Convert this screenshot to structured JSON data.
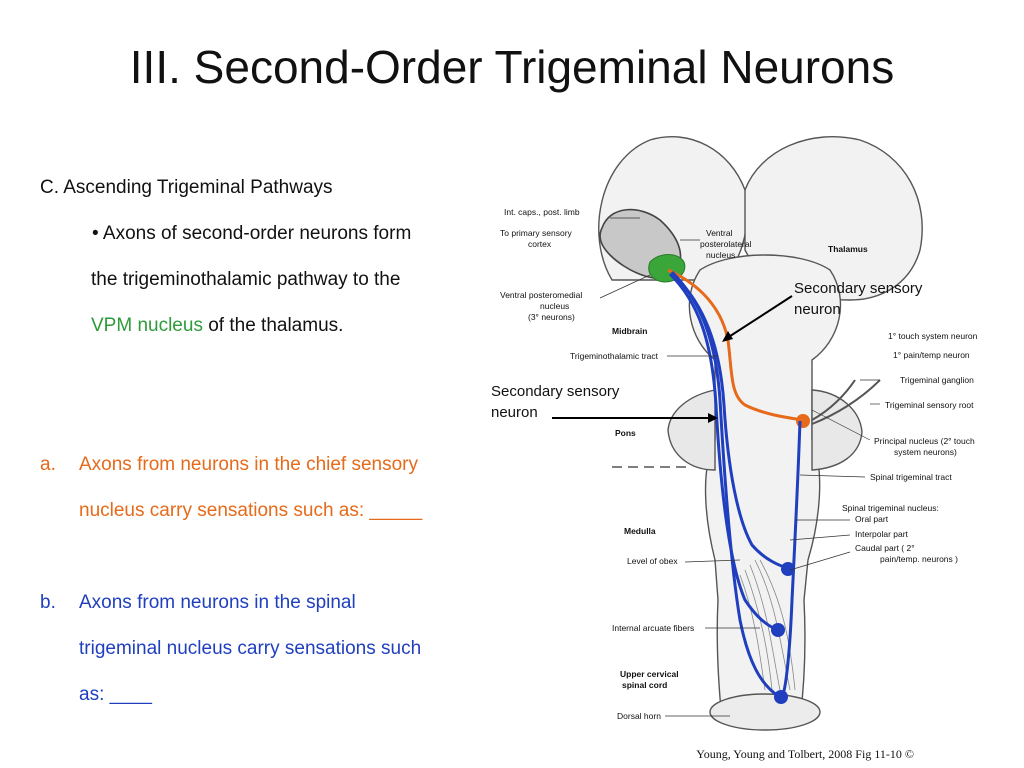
{
  "title": "III. Second-Order Trigeminal Neurons",
  "section_heading": "C. Ascending Trigeminal Pathways",
  "bullet": {
    "marker": "•",
    "line1": "Axons of second-order neurons form",
    "line2": "the trigeminothalamic pathway to the",
    "highlight": "VPM nucleus",
    "line3_rest": " of the thalamus."
  },
  "items": [
    {
      "marker": "a.",
      "line1": "Axons from neurons in the chief sensory",
      "line2": "nucleus carry sensations such as: _____",
      "color": "#e66a1a"
    },
    {
      "marker": "b.",
      "line1": "Axons from neurons in the spinal",
      "line2": "trigeminal nucleus carry sensations such",
      "line3": "as: ____",
      "color": "#1f3fbf"
    }
  ],
  "callouts": {
    "top_right": [
      "Secondary sensory",
      "neuron"
    ],
    "mid_left": [
      "Secondary sensory",
      "neuron"
    ]
  },
  "diagram_labels": {
    "int_caps": "Int. caps., post. limb",
    "to_cortex_1": "To primary sensory",
    "to_cortex_2": "cortex",
    "vpl_1": "Ventral",
    "vpl_2": "posterolateral",
    "vpl_3": "nucleus",
    "thalamus": "Thalamus",
    "vpm_1": "Ventral posteromedial",
    "vpm_2": "nucleus",
    "vpm_3": "(3° neurons)",
    "midbrain": "Midbrain",
    "tract": "Trigeminothalamic tract",
    "touch_neuron": "1° touch system neuron",
    "pain_neuron": "1° pain/temp neuron",
    "ganglion": "Trigeminal ganglion",
    "root": "Trigeminal sensory root",
    "pons": "Pons",
    "principal_1": "Principal nucleus (2° touch",
    "principal_2": "system neurons)",
    "spinal_tract": "Spinal trigeminal tract",
    "spinal_nucleus": "Spinal trigeminal nucleus:",
    "oral": "Oral part",
    "interpolar": "Interpolar part",
    "caudal_1": "Caudal part ( 2°",
    "caudal_2": "pain/temp. neurons )",
    "medulla": "Medulla",
    "obex": "Level of obex",
    "arcuate": "Internal arcuate fibers",
    "cervical_1": "Upper cervical",
    "cervical_2": "spinal cord",
    "dorsal": "Dorsal horn"
  },
  "citation": "Young, Young and Tolbert, 2008 Fig 11-10 ©",
  "colors": {
    "orange": "#e66a1a",
    "blue": "#1f3fbf",
    "green": "#2e9b3a"
  }
}
